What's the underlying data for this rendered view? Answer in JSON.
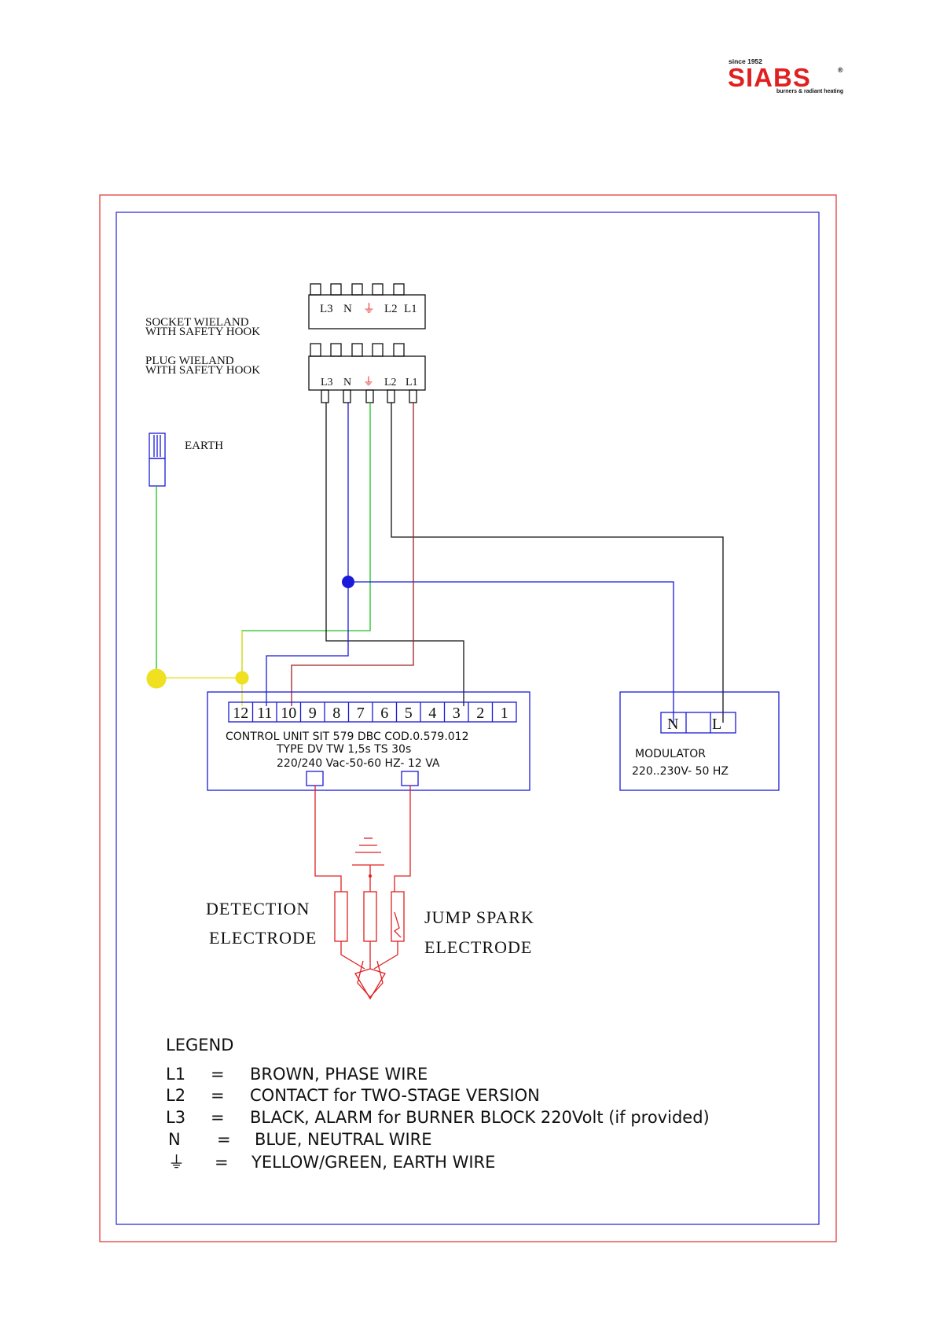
{
  "logo": {
    "since": "since 1952",
    "brand": "SIABS",
    "registered": "®",
    "tagline": "burners & radiant heating"
  },
  "connectors": {
    "socket_label_1": "SOCKET  WIELAND",
    "socket_label_2": "WITH SAFETY HOOK",
    "plug_label_1": "PLUG  WIELAND",
    "plug_label_2": "WITH SAFETY HOOK",
    "pins": [
      "L3",
      "N",
      "⏚",
      "L2",
      "L1"
    ],
    "earth_label": "EARTH"
  },
  "control_unit": {
    "terminals": [
      "12",
      "11",
      "10",
      "9",
      "8",
      "7",
      "6",
      "5",
      "4",
      "3",
      "2",
      "1"
    ],
    "line1": "CONTROL UNIT   SIT  579  DBC  COD.0.579.012",
    "line2": "TYPE  DV   TW  1,5s   TS  30s",
    "line3": "220/240  Vac-50-60  HZ-  12  VA"
  },
  "modulator": {
    "terminal_n": "N",
    "terminal_l": "L",
    "label": "MODULATOR",
    "rating": "220..230V-  50  HZ"
  },
  "electrodes": {
    "detection_1": "DETECTION",
    "detection_2": "ELECTRODE",
    "jump_1": "JUMP  SPARK",
    "jump_2": "ELECTRODE"
  },
  "legend": {
    "title": "LEGEND",
    "rows": [
      {
        "key": "L1",
        "eq": "=",
        "desc": "BROWN,  PHASE  WIRE"
      },
      {
        "key": "L2",
        "eq": "=",
        "desc": "CONTACT  for  TWO-STAGE  VERSION"
      },
      {
        "key": "L3",
        "eq": "=",
        "desc": "BLACK,  ALARM  for  BURNER  BLOCK  220Volt  (if  provided)"
      },
      {
        "key": "N",
        "eq": "=",
        "desc": "BLUE,  NEUTRAL  WIRE"
      },
      {
        "key": "⏚",
        "eq": "=",
        "desc": "YELLOW/GREEN,  EARTH  WIRE"
      }
    ]
  },
  "colors": {
    "frame_outer": "#e03030",
    "frame_inner": "#2020d0",
    "phase": "#a02020",
    "neutral": "#1a1ad8",
    "earth": "#20c020",
    "earth_bus": "#e8e020",
    "black": "#111111",
    "hv": "#e02020",
    "logo": "#e02020"
  }
}
